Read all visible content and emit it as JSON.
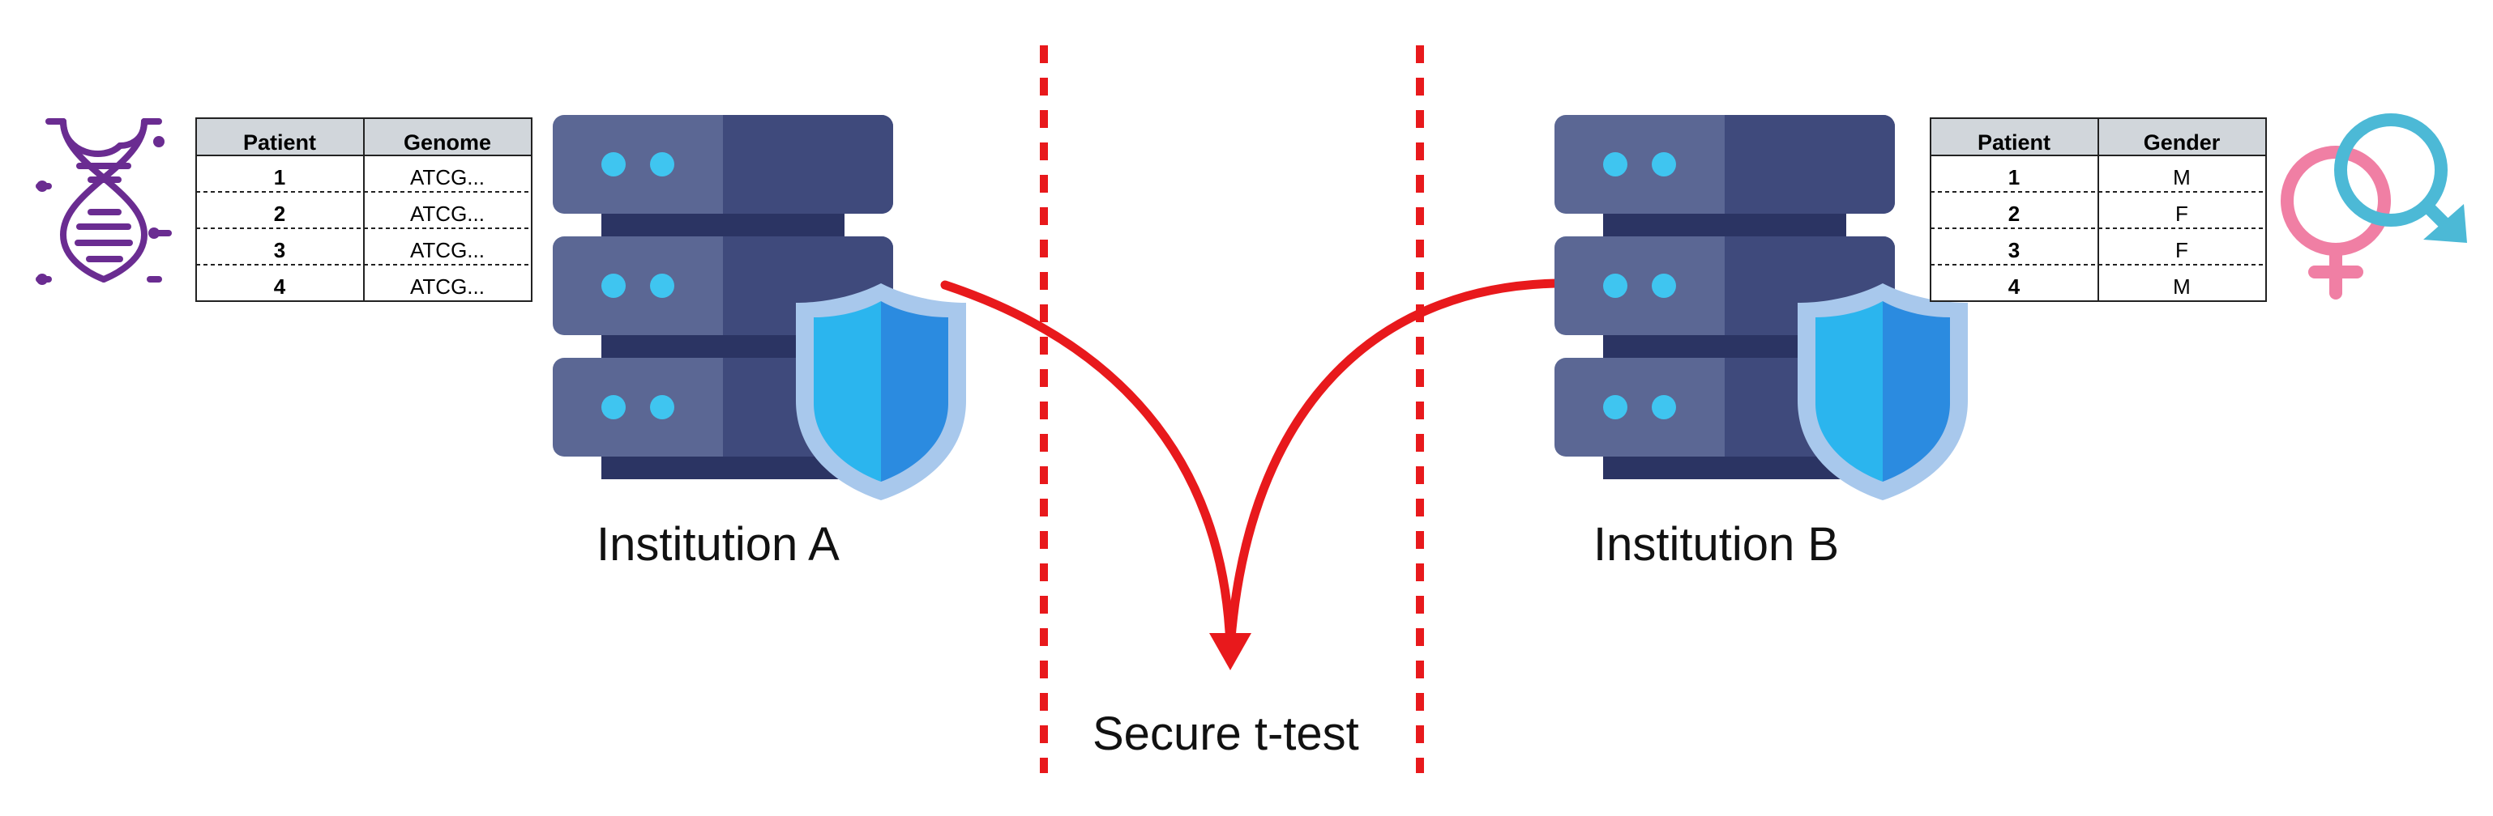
{
  "labels": {
    "institution_a": "Institution A",
    "institution_b": "Institution B",
    "center": "Secure t-test"
  },
  "table_a": {
    "headers": [
      "Patient",
      "Genome"
    ],
    "rows": [
      [
        "1",
        "ATCG..."
      ],
      [
        "2",
        "ATCG..."
      ],
      [
        "3",
        "ATCG..."
      ],
      [
        "4",
        "ATCG..."
      ]
    ]
  },
  "table_b": {
    "headers": [
      "Patient",
      "Gender"
    ],
    "rows": [
      [
        "1",
        "M"
      ],
      [
        "2",
        "F"
      ],
      [
        "3",
        "F"
      ],
      [
        "4",
        "M"
      ]
    ]
  },
  "icons": {
    "left": "dna-icon",
    "server_a": "server-icon",
    "shield_a": "shield-icon",
    "server_b": "server-icon",
    "shield_b": "shield-icon",
    "right": "gender-symbols-icon"
  },
  "colors": {
    "arrow": "#e8191c",
    "divider": "#e8191c",
    "server_light": "#5b6794",
    "server_dark": "#3f4a7c",
    "server_gap": "#2b3463",
    "server_led": "#3fc5f0",
    "shield_outer": "#a8c8ec",
    "shield_light": "#2bb5ee",
    "shield_dark": "#2b8be0",
    "dna": "#6a2c91",
    "female_symbol": "#f07fa4",
    "male_symbol": "#4cb9d6",
    "table_header_bg": "#d1d6db"
  }
}
